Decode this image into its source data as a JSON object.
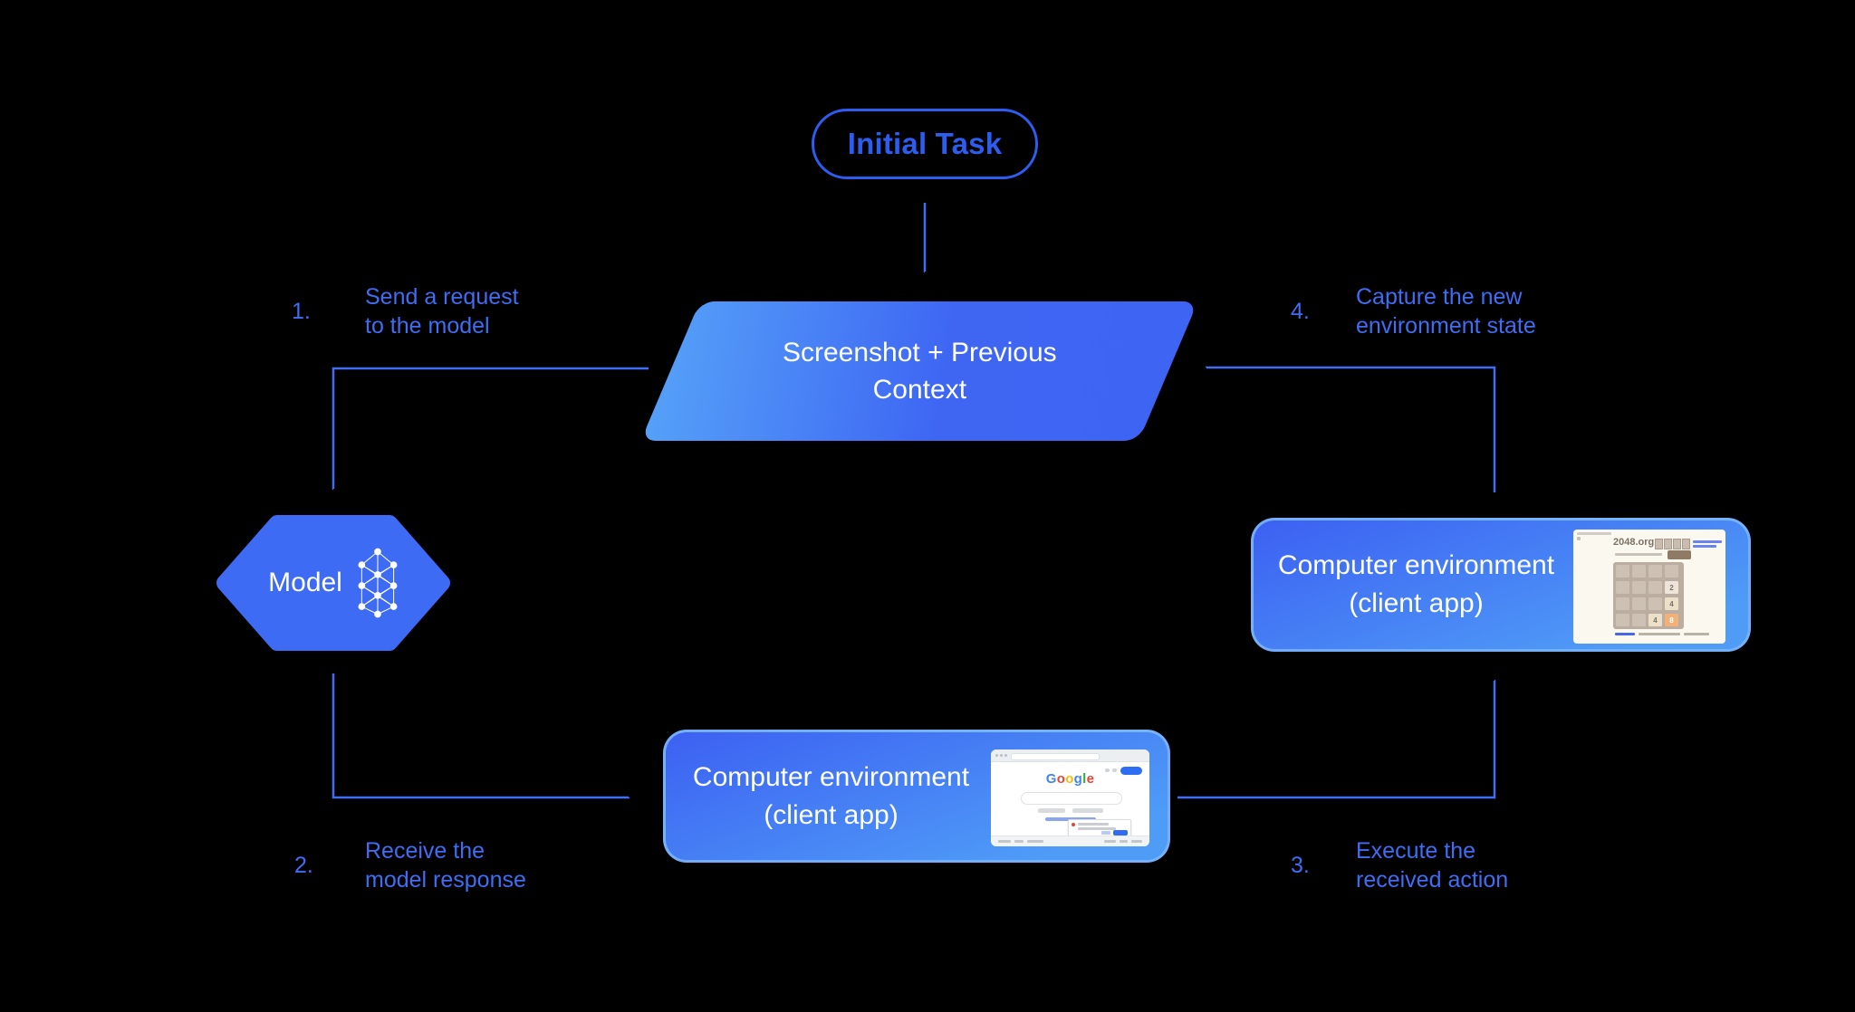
{
  "colors": {
    "accent_blue": "#3f6df3",
    "pill_blue": "#2d5df0",
    "shape_gradient_light": "#55a1f8",
    "shape_gradient_dark": "#3c60f2",
    "background": "#000000",
    "tile_orange": "#f2b179"
  },
  "diagram": {
    "initial_task": "Initial Task",
    "parallelogram": {
      "line1": "Screenshot + Previous",
      "line2": "Context"
    },
    "model": "Model",
    "env_bottom": {
      "line1": "Computer environment",
      "line2": "(client app)"
    },
    "env_right": {
      "line1": "Computer environment",
      "line2": "(client app)"
    },
    "steps": [
      {
        "num": "1.",
        "line1": "Send a request",
        "line2": "to the model"
      },
      {
        "num": "2.",
        "line1": "Receive the",
        "line2": "model response"
      },
      {
        "num": "3.",
        "line1": "Execute the",
        "line2": "received action"
      },
      {
        "num": "4.",
        "line1": "Capture the new",
        "line2": "environment state"
      }
    ]
  },
  "thumbnails": {
    "google": {
      "logo": [
        "G",
        "o",
        "o",
        "g",
        "l",
        "e"
      ]
    },
    "game2048": {
      "site": "2048.org",
      "tiles": [
        "2",
        "4",
        "4",
        "8"
      ]
    }
  }
}
